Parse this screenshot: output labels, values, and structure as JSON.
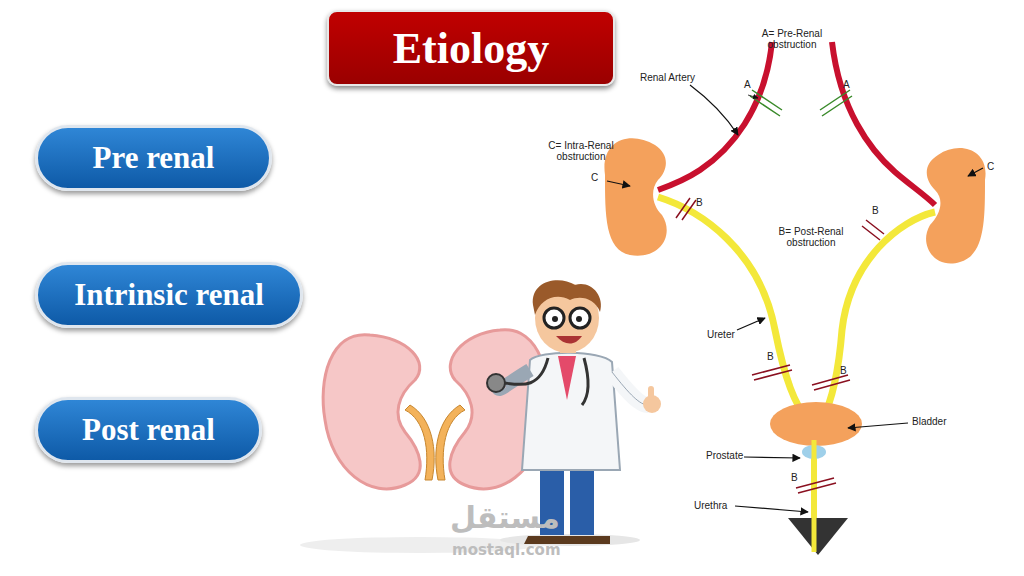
{
  "diagram": {
    "title": "Etiology",
    "nodes": [
      {
        "text": [
          "Pre renal"
        ]
      },
      {
        "text": [
          "Intrinsic renal"
        ]
      },
      {
        "text": [
          "Post renal"
        ]
      }
    ],
    "labels": [
      "A= Pre-Renal obstruction",
      "Renal Artery",
      "A",
      "A",
      "C= Intra-Renal obstruction",
      "C",
      "C",
      "B",
      "B",
      "B= Post-Renal obstruction",
      "Ureter",
      "B",
      "B",
      "Bladder",
      "Prostate",
      "B",
      "Urethra",
      "مستقل",
      "mostaql.com"
    ]
  }
}
